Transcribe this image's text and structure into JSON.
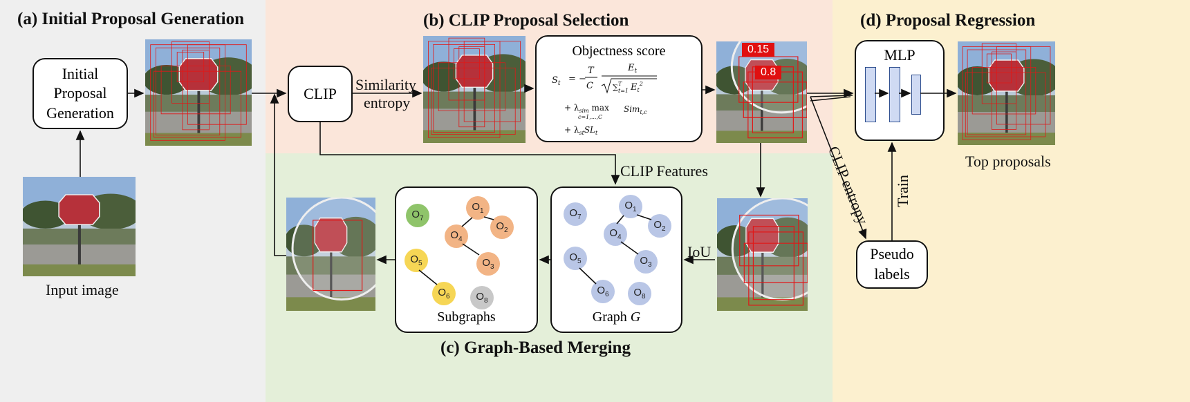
{
  "colors": {
    "section_a_bg": "#efefef",
    "section_b_bg": "#fbe6da",
    "section_c_bg": "#e4efd9",
    "section_d_bg": "#fcf0cf",
    "box_red": "#e01818",
    "node_orange": "#f2b485",
    "node_green": "#8fc46a",
    "node_yellow": "#f6d655",
    "node_grey": "#c8c8c8",
    "node_blue": "#b9c6e6",
    "mlp_bar": "#cfdaf3"
  },
  "sections": {
    "a_title": "(a) Initial Proposal Generation",
    "b_title": "(b) CLIP Proposal Selection",
    "c_title": "(c) Graph-Based Merging",
    "d_title": "(d) Proposal Regression"
  },
  "boxes": {
    "initial_proposal": [
      "Initial",
      "Proposal",
      "Generation"
    ],
    "clip": "CLIP",
    "objectness_title": "Objectness score",
    "mlp": "MLP",
    "pseudo_labels": [
      "Pseudo",
      "labels"
    ],
    "graph_caption": "Graph ",
    "graph_caption_var": "G",
    "subgraphs_caption": "Subgraphs"
  },
  "labels": {
    "input_image": "Input image",
    "similarity_entropy": [
      "Similarity",
      "entropy"
    ],
    "clip_features": "CLIP Features",
    "iou": "IoU",
    "clip_entropy": "CLIP entropy",
    "train": "Train",
    "top_proposals": "Top proposals"
  },
  "scores": [
    "0.15",
    "0.8"
  ],
  "nodes": {
    "o1": "O1",
    "o2": "O2",
    "o3": "O3",
    "o4": "O4",
    "o5": "O5",
    "o6": "O6",
    "o7": "O7",
    "o8": "O8"
  }
}
